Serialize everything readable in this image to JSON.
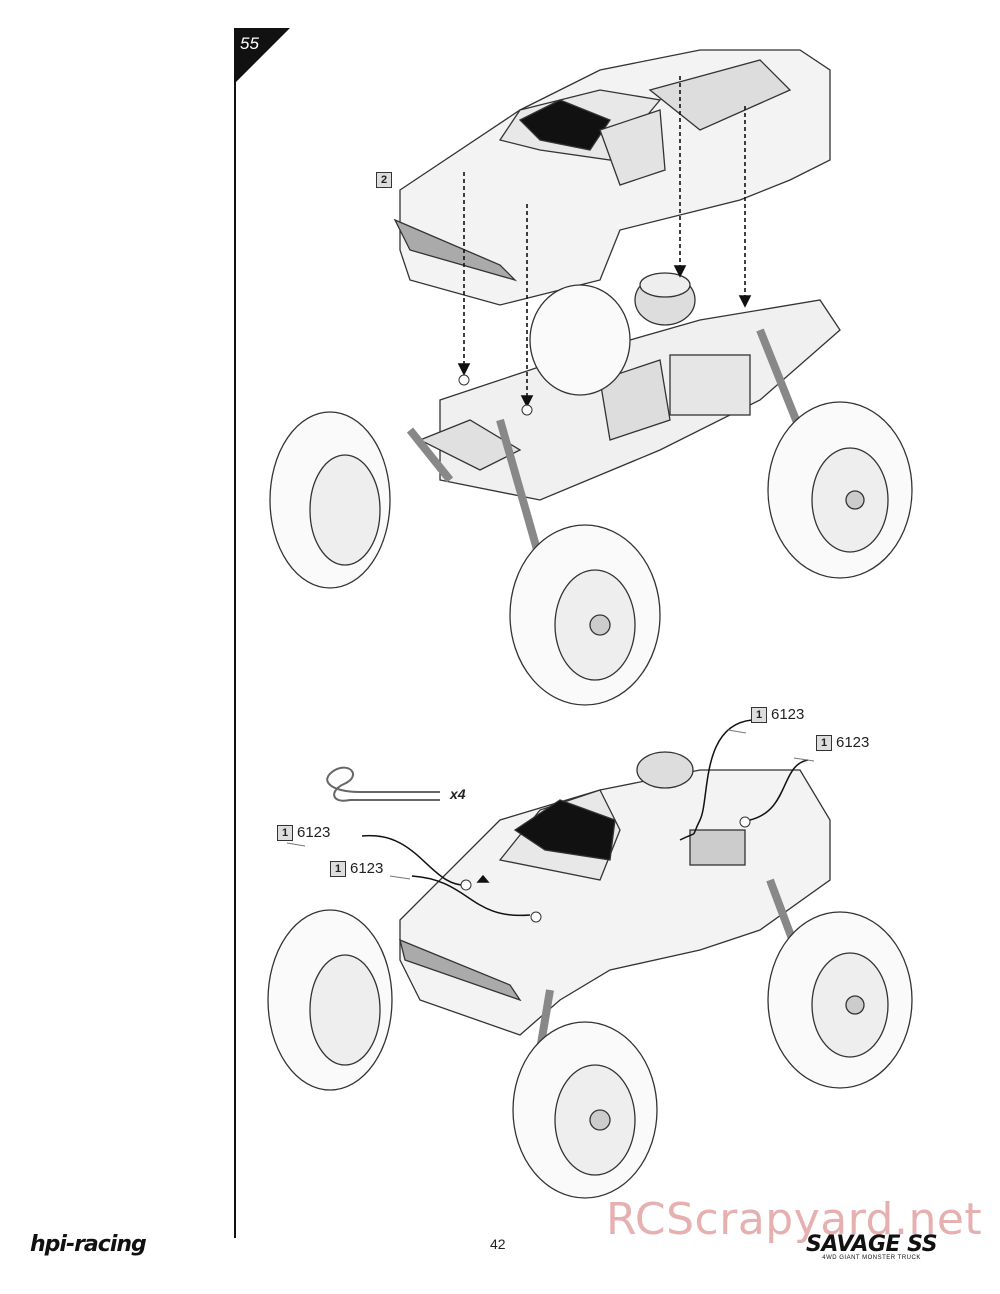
{
  "step": {
    "number": "55"
  },
  "top_assembly": {
    "body_qty": "2"
  },
  "bottom_assembly": {
    "clip_count": "x4",
    "parts": [
      {
        "qty": "1",
        "part_no": "6123"
      },
      {
        "qty": "1",
        "part_no": "6123"
      },
      {
        "qty": "1",
        "part_no": "6123"
      },
      {
        "qty": "1",
        "part_no": "6123"
      }
    ]
  },
  "footer": {
    "page_number": "42",
    "brand_logo": "hpi-racing",
    "product_logo": "SAVAGE SS",
    "product_tagline": "4WD GIANT MONSTER TRUCK",
    "watermark": "RCScrapyard.net"
  }
}
